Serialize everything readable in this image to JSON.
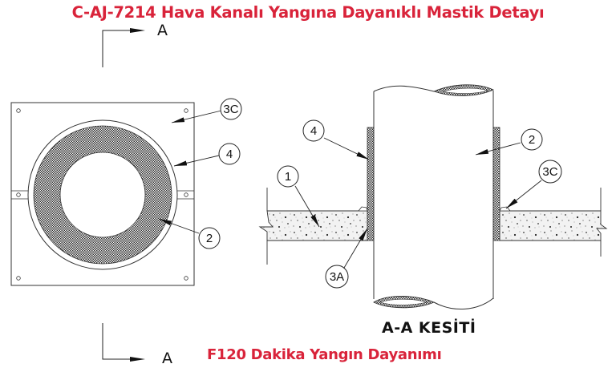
{
  "title": "C-AJ-7214 Hava Kanalı Yangına Dayanıklı Mastik Detayı",
  "subtitle": "F120 Dakika Yangın Dayanımı",
  "section_label": "A-A KESİTİ",
  "section_cut": {
    "top_letter": "A",
    "bottom_letter": "A"
  },
  "colors": {
    "title": "#d9233a",
    "line": "#222222",
    "hatch": "#3a3a3a"
  },
  "plan_view": {
    "callouts": [
      {
        "id": "3C",
        "label": "3C"
      },
      {
        "id": "4",
        "label": "4"
      },
      {
        "id": "2",
        "label": "2"
      }
    ]
  },
  "section_view": {
    "callouts": [
      {
        "id": "4",
        "label": "4"
      },
      {
        "id": "1",
        "label": "1"
      },
      {
        "id": "3A",
        "label": "3A"
      },
      {
        "id": "2",
        "label": "2"
      },
      {
        "id": "3C",
        "label": "3C"
      }
    ]
  }
}
